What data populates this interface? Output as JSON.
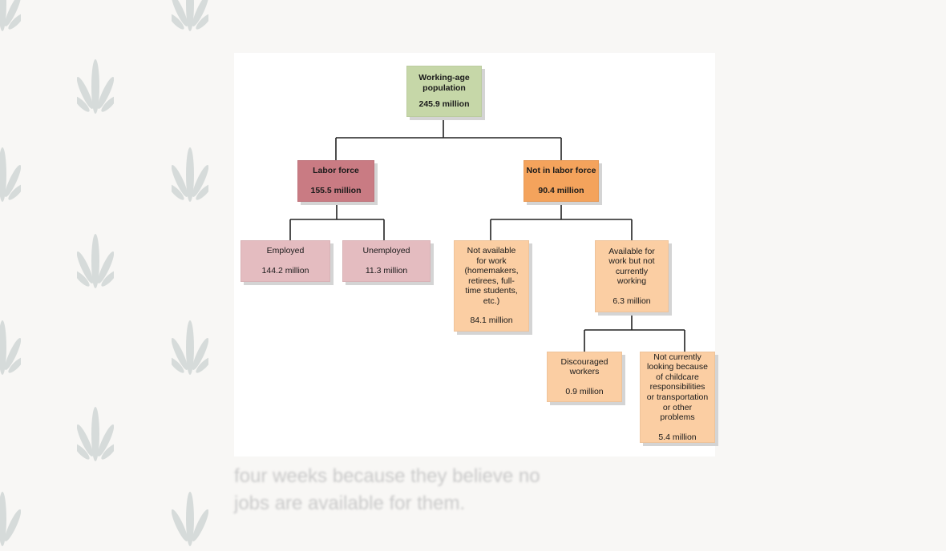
{
  "colors": {
    "green": "#c6d7a8",
    "red": "#c97b83",
    "orange": "#f4a35c",
    "pink": "#e4bcc0",
    "peach": "#fbcea3",
    "background": "#f8f7f5"
  },
  "diagram": {
    "working_age": {
      "title": "Working-age population",
      "value": "245.9 million"
    },
    "labor_force": {
      "title": "Labor force",
      "value": "155.5 million"
    },
    "not_in_labor_force": {
      "title": "Not in labor force",
      "value": "90.4 million"
    },
    "employed": {
      "title": "Employed",
      "value": "144.2 million"
    },
    "unemployed": {
      "title": "Unemployed",
      "value": "11.3 million"
    },
    "not_available": {
      "title": "Not available for work (homemakers, retirees, full-time students, etc.)",
      "value": "84.1 million"
    },
    "available": {
      "title": "Available for work but not currently working",
      "value": "6.3 million"
    },
    "discouraged": {
      "title": "Discouraged workers",
      "value": "0.9 million"
    },
    "not_looking": {
      "title": "Not currently looking because of childcare responsibilities or transportation or other problems",
      "value": "5.4 million"
    }
  },
  "background_text": {
    "line1": "four weeks because they believe no",
    "line2": "jobs are available for them."
  }
}
